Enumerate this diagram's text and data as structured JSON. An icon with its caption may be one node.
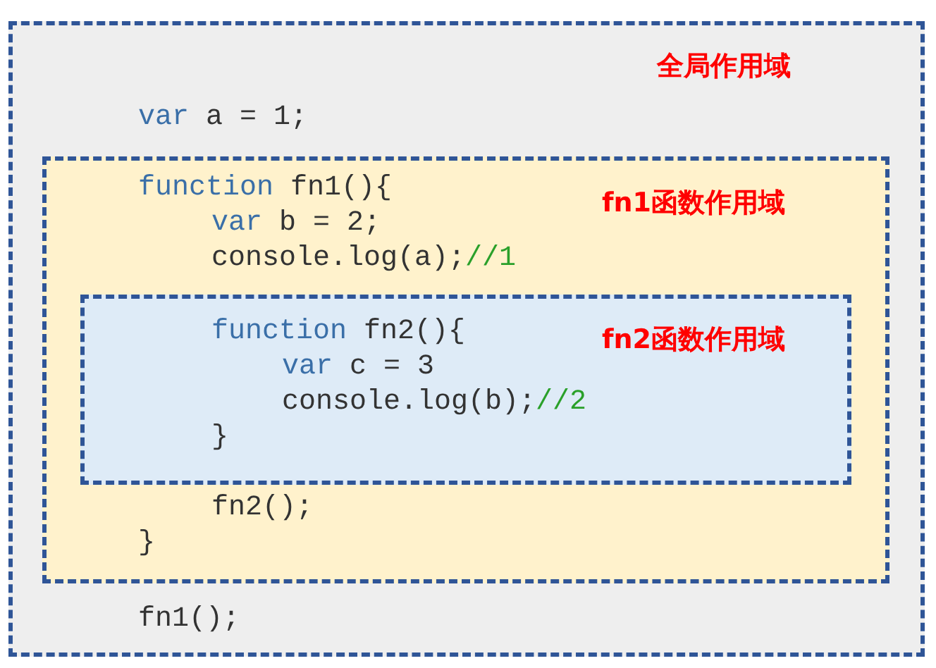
{
  "diagram": {
    "nodes": [
      {
        "text": [
          "全局作用域",
          "var a = 1;",
          "fn1();"
        ]
      },
      {
        "text": [
          "function fn1(){",
          "fn1函数作用域",
          "var b = 2;",
          "console.log(a);//1",
          "fn2();",
          "}"
        ],
        "in": 0
      },
      {
        "text": [
          "function fn2(){",
          "fn2函数作用域",
          "var c = 3",
          "console.log(b);//2",
          "}"
        ],
        "in": 1
      }
    ]
  }
}
